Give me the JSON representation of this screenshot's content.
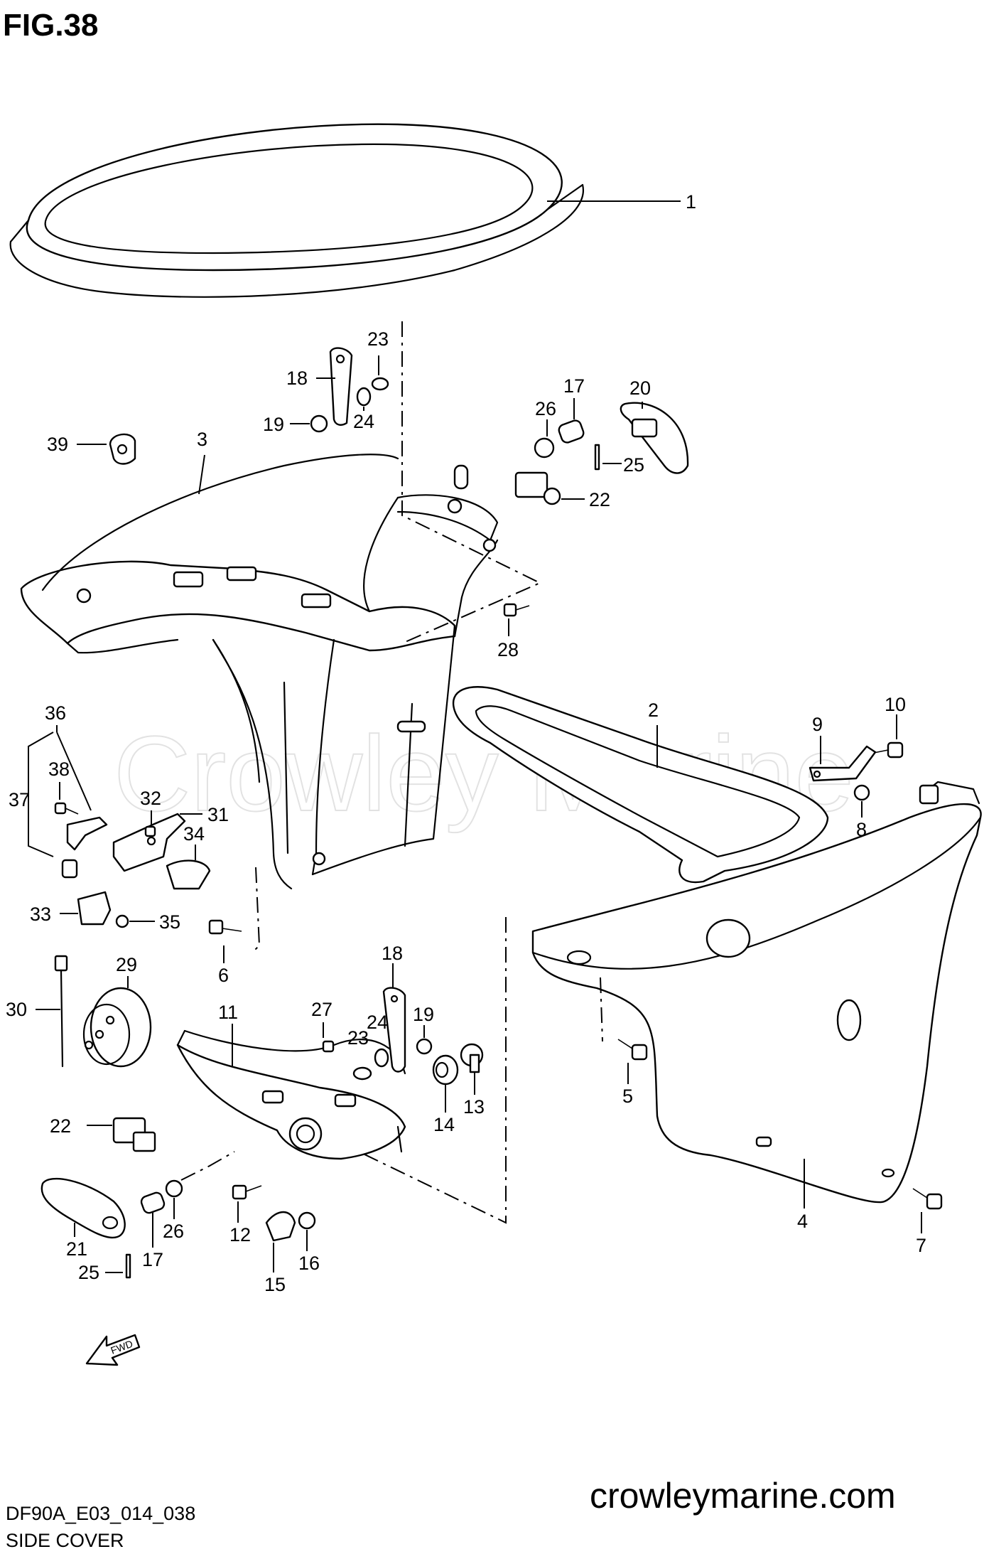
{
  "figure": {
    "title": "FIG.38"
  },
  "watermark": "Crowley Marine",
  "callouts": [
    "1",
    "2",
    "3",
    "4",
    "5",
    "6",
    "7",
    "8",
    "9",
    "10",
    "11",
    "12",
    "13",
    "14",
    "15",
    "16",
    "17",
    "18",
    "19",
    "20",
    "21",
    "22",
    "23",
    "24",
    "25",
    "26",
    "27",
    "28",
    "29",
    "30",
    "31",
    "32",
    "33",
    "34",
    "35",
    "36",
    "37",
    "38",
    "39"
  ],
  "extra_callouts": {
    "17b": "17",
    "18b": "18",
    "19b": "19",
    "22b": "22",
    "23b": "23",
    "24b": "24",
    "25b": "25",
    "26b": "26"
  },
  "fwd_label": "FWD",
  "footer": {
    "code": "DF90A_E03_014_038",
    "title": "SIDE COVER",
    "site": "crowleymarine.com"
  }
}
